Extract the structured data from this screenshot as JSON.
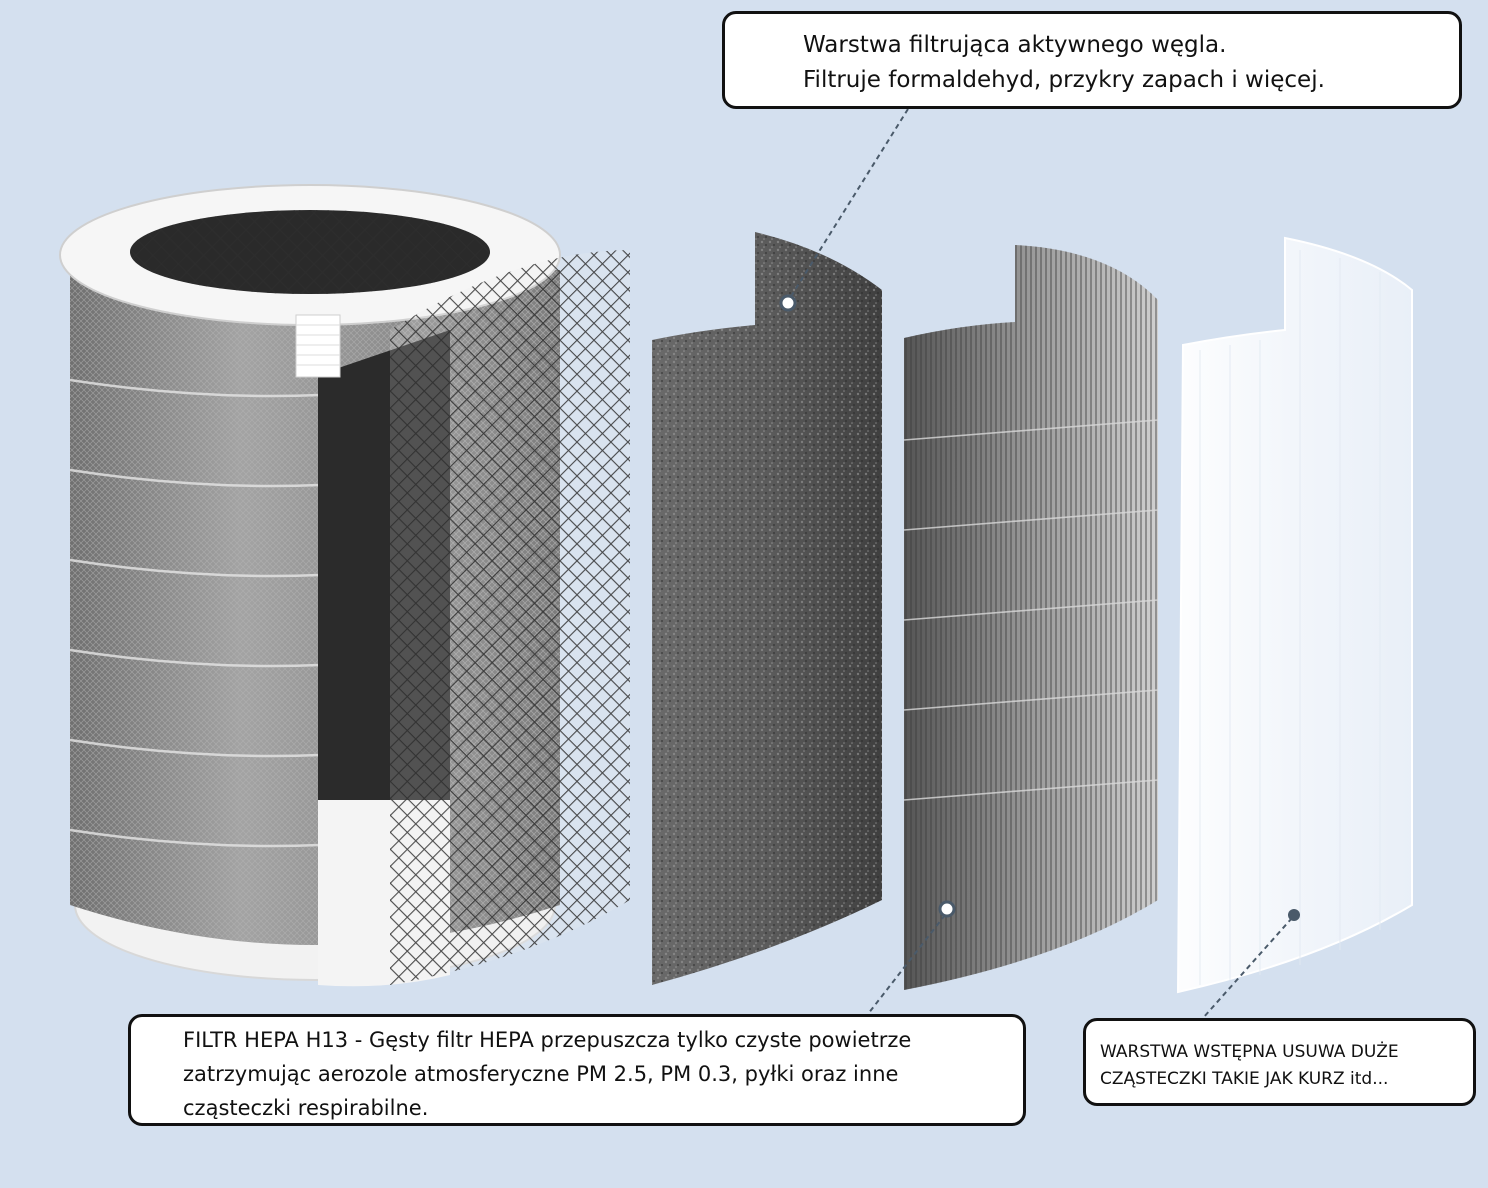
{
  "callouts": {
    "carbon_layer": {
      "line1": "Warstwa filtrująca aktywnego węgla.",
      "line2": "Filtruje formaldehyd, przykry zapach i więcej."
    },
    "hepa_layer": {
      "line1": "FILTR HEPA H13 - Gęsty filtr HEPA przepuszcza tylko czyste powietrze",
      "line2": "zatrzymując aerozole atmosferyczne PM 2.5, PM 0.3, pyłki oraz inne",
      "line3": "cząsteczki respirabilne."
    },
    "pre_filter_layer": {
      "line1": "WARSTWA WSTĘPNA USUWA DUŻE",
      "line2": "CZĄSTECZKI TAKIE JAK KURZ itd..."
    }
  },
  "colors": {
    "background": "#d4e0ef",
    "frame_white": "#f4f4f4",
    "hepa_gray": "#8e8e8e",
    "carbon_dark": "#5a5a5a",
    "mesh": "#3a3a3a",
    "prefilter": "#ffffff",
    "leader_line": "#4a5a6a"
  }
}
